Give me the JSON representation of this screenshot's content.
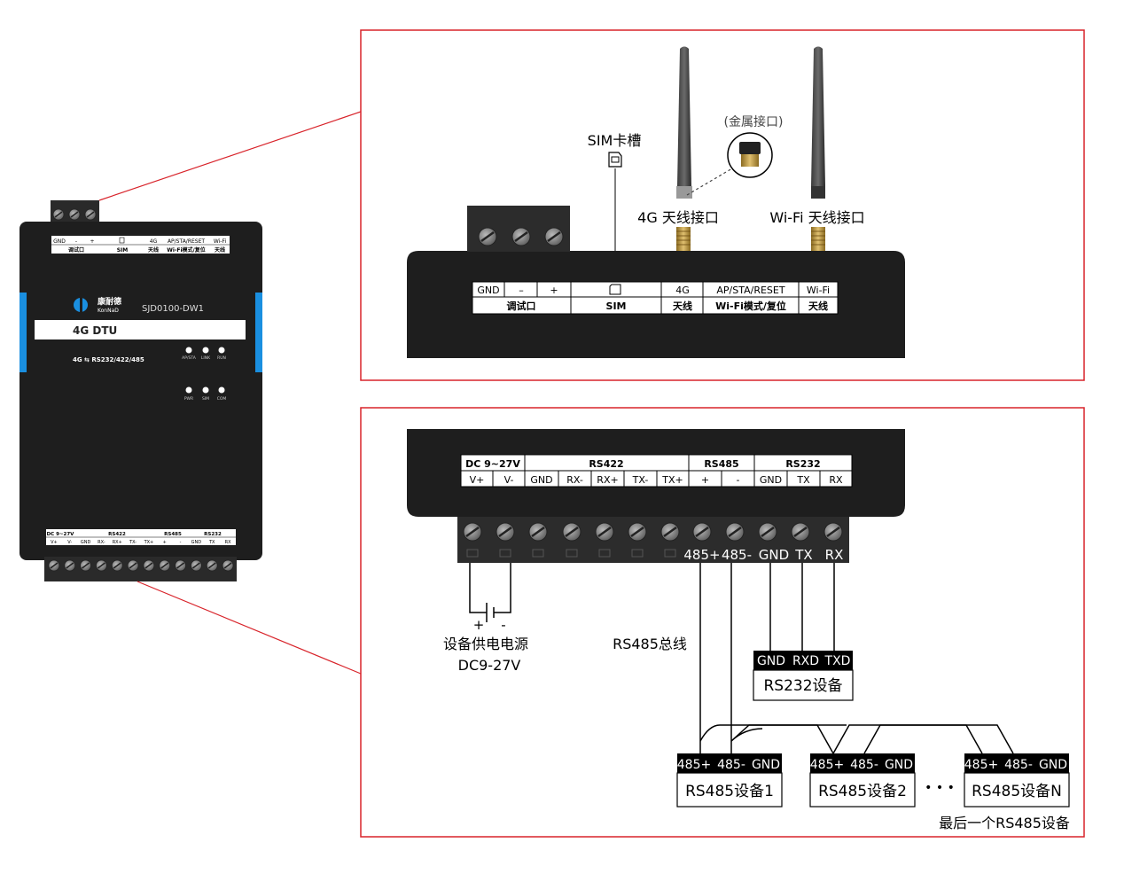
{
  "device": {
    "brand_cn": "康耐德",
    "brand_en": "KonNaD",
    "model": "SJD0100-DW1",
    "product": "4G  DTU",
    "interfaces": "4G ⇆ RS232/422/485",
    "leds_row1": [
      "AP/STA",
      "LINK",
      "RUN"
    ],
    "leds_row2": [
      "PWR",
      "SIM",
      "COM"
    ],
    "top_label_row1": [
      "GND",
      "-",
      "+",
      "",
      "4G",
      "AP/STA/RESET",
      "Wi-Fi"
    ],
    "top_label_row2": [
      "调试口",
      "SIM",
      "天线",
      "Wi-Fi模式/复位",
      "天线"
    ],
    "bottom_label_row1": [
      "DC 9~27V",
      "RS422",
      "RS485",
      "RS232"
    ],
    "bottom_label_row2": [
      "V+",
      "V-",
      "GND",
      "RX-",
      "RX+",
      "TX-",
      "TX+",
      "+",
      "-",
      "GND",
      "TX",
      "RX"
    ]
  },
  "top_panel": {
    "sim_label": "SIM卡槽",
    "metal_label": "(金属接口)",
    "antenna_4g_label": "4G 天线接口",
    "antenna_wifi_label": "Wi-Fi 天线接口",
    "label_row1": [
      "GND",
      "–",
      "+",
      "",
      "4G",
      "AP/STA/RESET",
      "Wi-Fi"
    ],
    "label_row2": [
      "调试口",
      "SIM",
      "天线",
      "Wi-Fi模式/复位",
      "天线"
    ]
  },
  "bottom_panel": {
    "header_row1": [
      "DC 9~27V",
      "RS422",
      "RS485",
      "RS232"
    ],
    "header_row2": [
      "V+",
      "V-",
      "GND",
      "RX-",
      "RX+",
      "TX-",
      "TX+",
      "+",
      "-",
      "GND",
      "TX",
      "RX"
    ],
    "terminal_labels": [
      "485+",
      "485-",
      "GND",
      "TX",
      "RX"
    ],
    "power_plus": "+",
    "power_minus": "-",
    "power_label_1": "设备供电电源",
    "power_label_2": "DC9-27V",
    "rs485_bus_label": "RS485总线",
    "rs232_pins": [
      "GND",
      "RXD",
      "TXD"
    ],
    "rs232_device": "RS232设备",
    "rs485_pins": [
      "485+",
      "485-",
      "GND"
    ],
    "rs485_device_1": "RS485设备1",
    "rs485_device_2": "RS485设备2",
    "rs485_device_n": "RS485设备N",
    "ellipsis": "• • •",
    "last_device_note": "最后一个RS485设备"
  },
  "colors": {
    "frame_red": "#d8232a",
    "device_body": "#1e1e1e",
    "accent_blue": "#1a8fe0"
  }
}
